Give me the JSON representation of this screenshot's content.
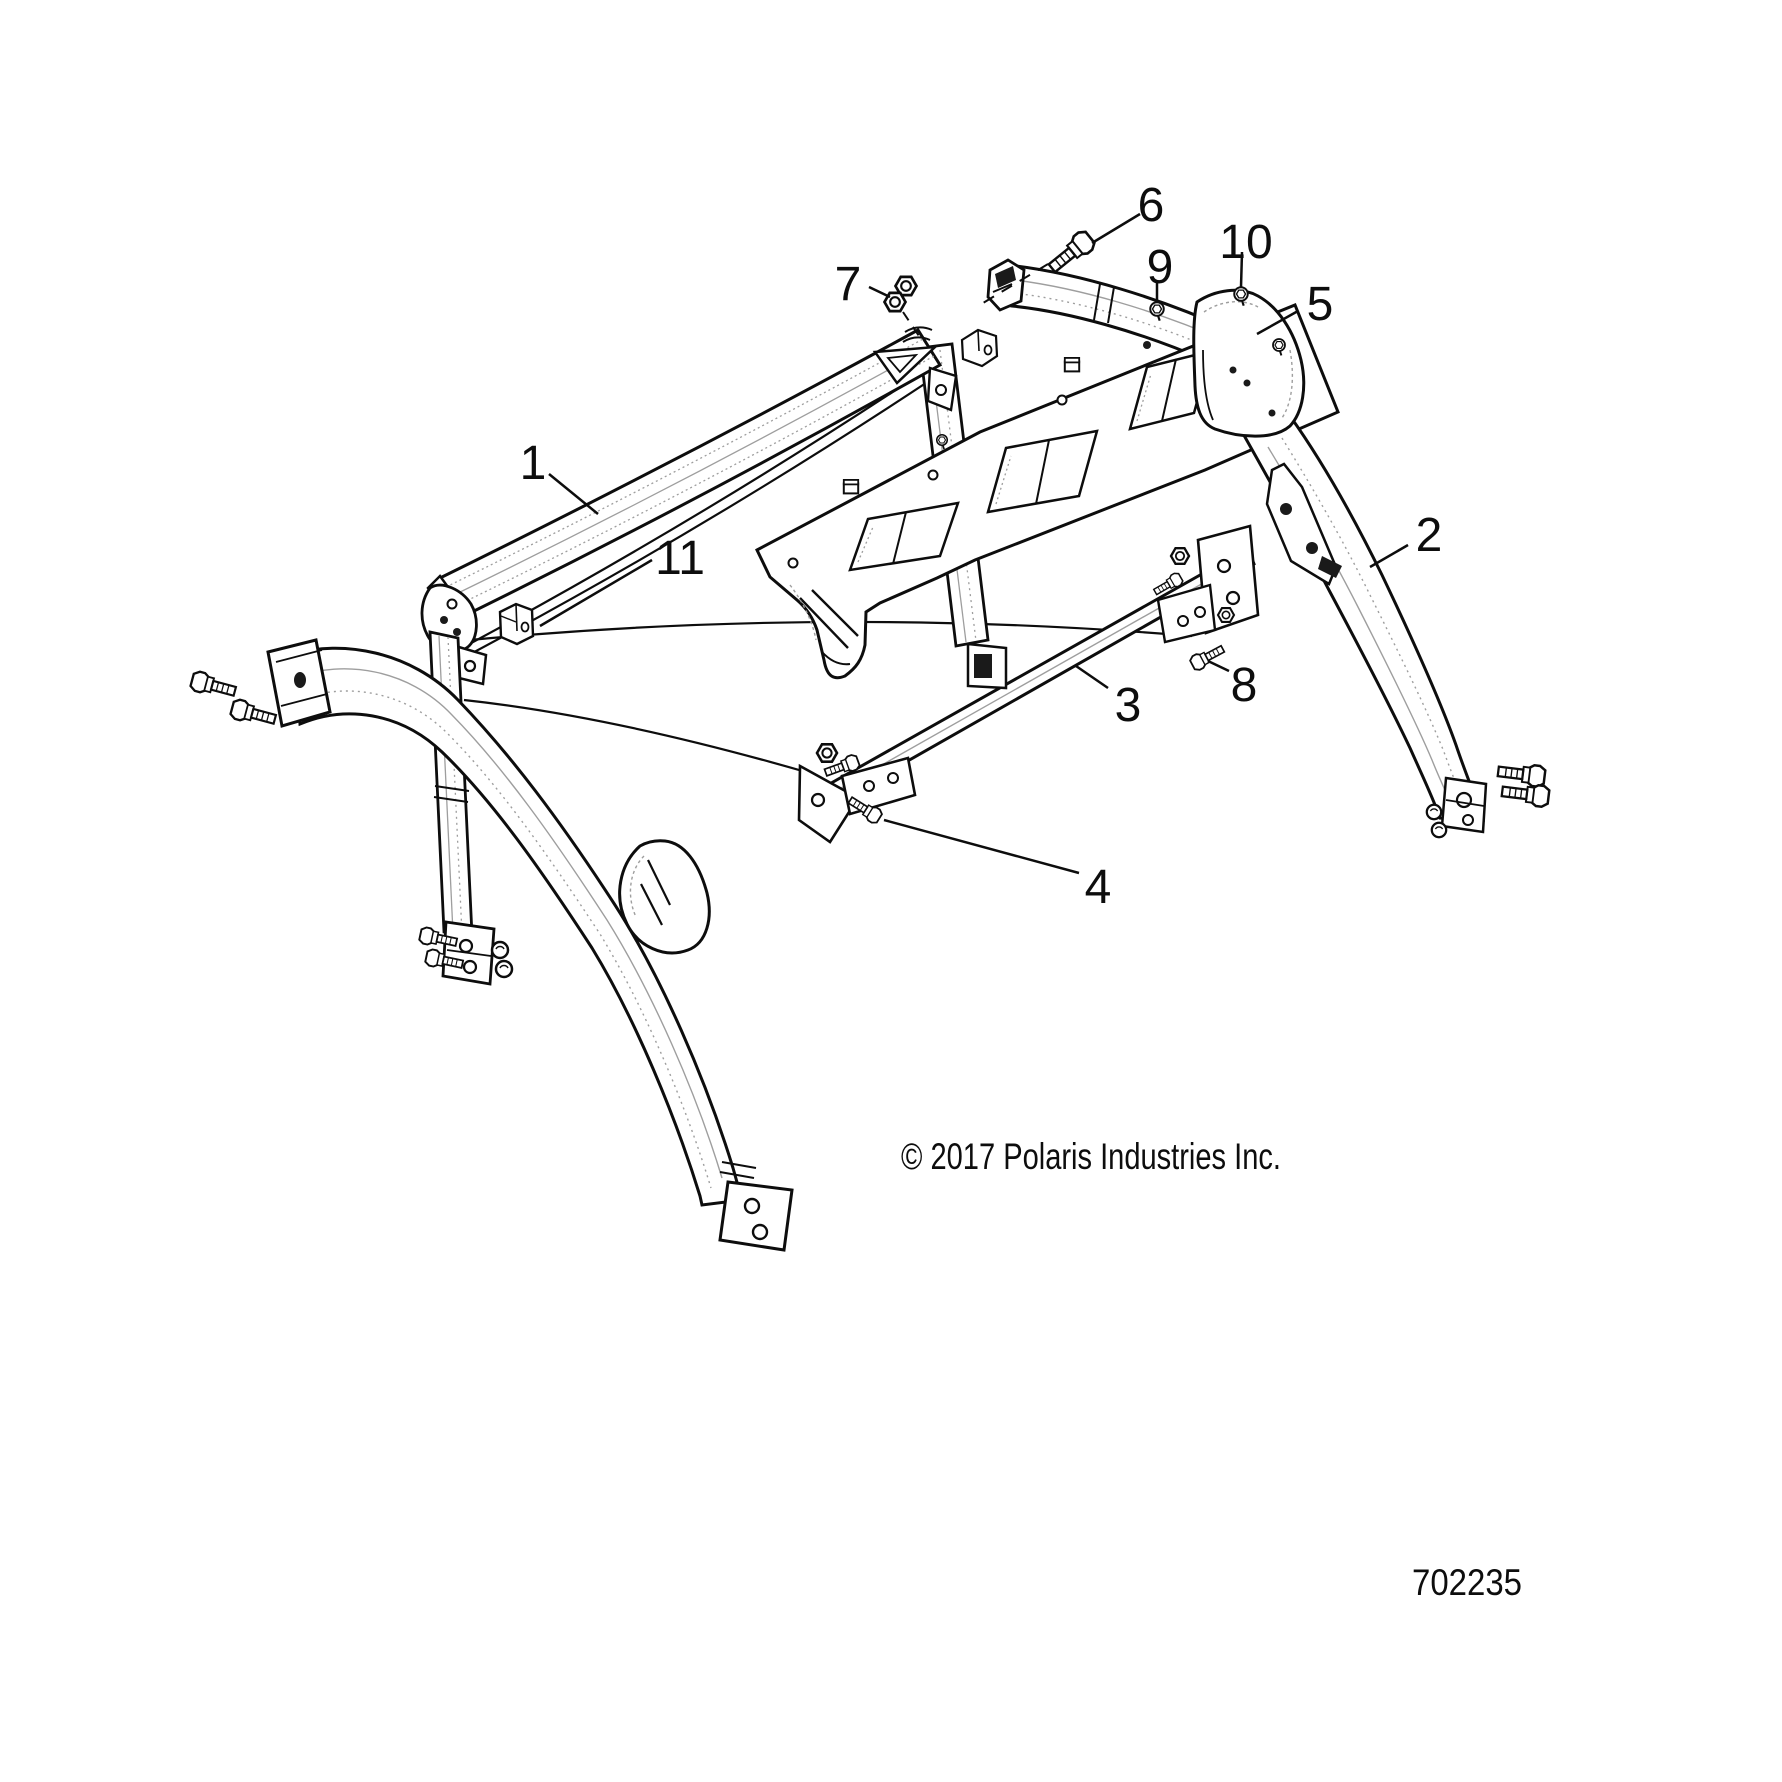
{
  "diagram": {
    "type": "exploded-parts-line-drawing",
    "subject": "cab frame / chassis assembly",
    "copyright": "© 2017 Polaris Industries Inc.",
    "figure_number": "702235",
    "callouts": {
      "c1": "1",
      "c2": "2",
      "c3": "3",
      "c4": "4",
      "c5": "5",
      "c6": "6",
      "c7": "7",
      "c8": "8",
      "c9": "9",
      "c10": "10",
      "c11": "11"
    },
    "colors": {
      "background": "#ffffff",
      "line": "#0d0d0d",
      "shading": "#9e9e9e"
    }
  }
}
